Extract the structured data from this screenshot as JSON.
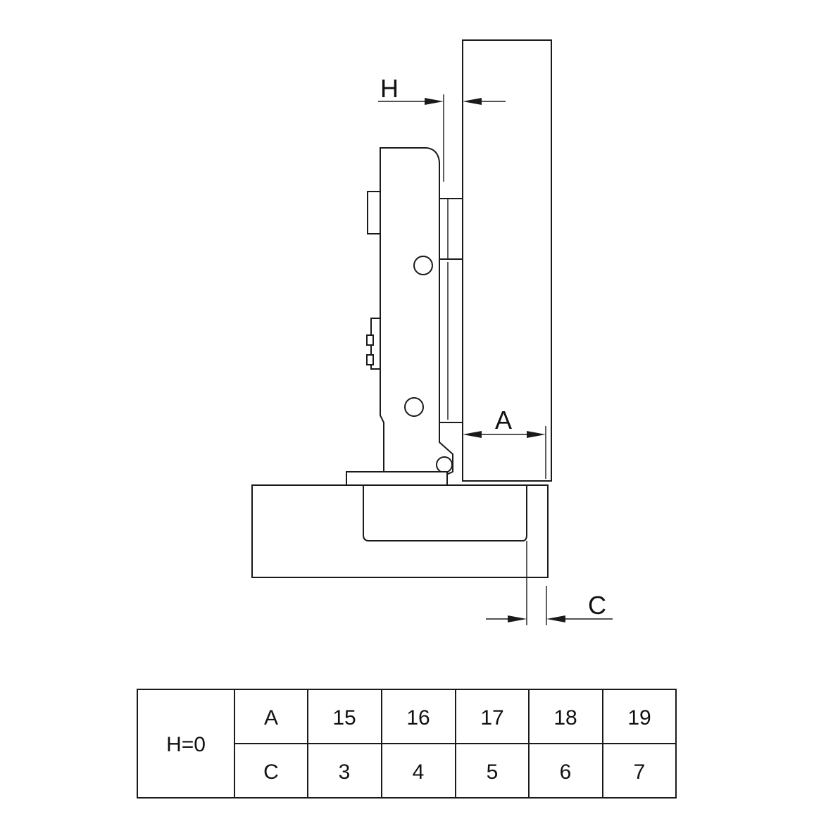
{
  "labels": {
    "h": "H",
    "a": "A",
    "c": "C"
  },
  "table": {
    "condition": "H=0",
    "rows": [
      {
        "label": "A",
        "values": [
          "15",
          "16",
          "17",
          "18",
          "19"
        ]
      },
      {
        "label": "C",
        "values": [
          "3",
          "4",
          "5",
          "6",
          "7"
        ]
      }
    ]
  }
}
